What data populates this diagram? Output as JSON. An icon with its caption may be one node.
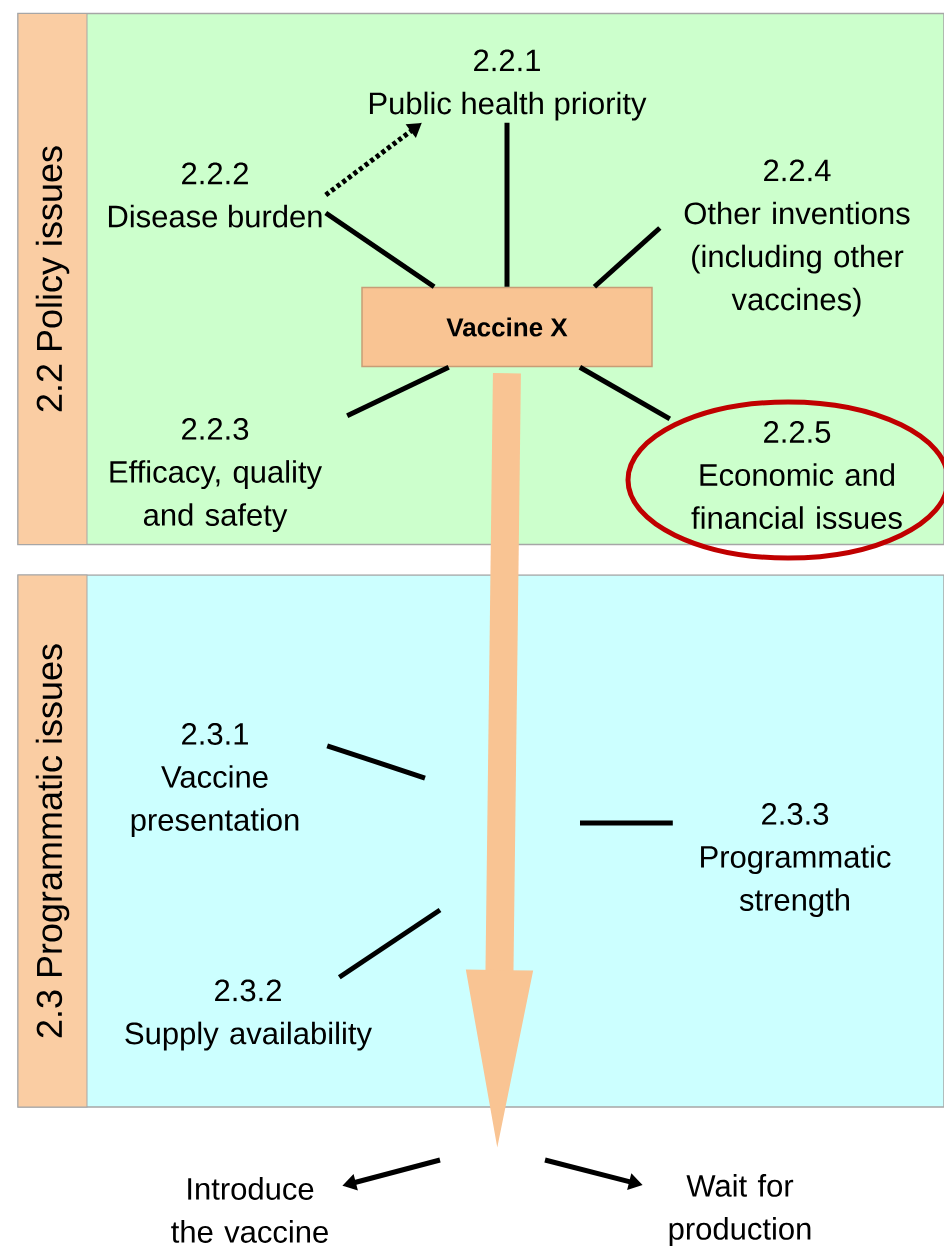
{
  "diagram": {
    "nodes": [
      {
        "text": [
          "2.2 Policy issues"
        ]
      },
      {
        "text": [
          "2.2.1",
          "Public health priority"
        ],
        "in": 0
      },
      {
        "text": [
          "2.2.2",
          "Disease burden"
        ],
        "in": 0
      },
      {
        "text": [
          "2.2.4",
          "Other inventions (including other vaccines)"
        ],
        "in": 0
      },
      {
        "text": [
          "Vaccine X"
        ],
        "in": 0
      },
      {
        "text": [
          "2.2.3",
          "Efficacy, quality and safety"
        ],
        "in": 0
      },
      {
        "text": [
          "2.2.5",
          "Economic and financial issues"
        ],
        "in": 0
      },
      {
        "text": [
          "2.3 Programmatic issues"
        ]
      },
      {
        "text": [
          "2.3.1",
          "Vaccine presentation"
        ],
        "in": 7
      },
      {
        "text": [
          "2.3.3",
          "Programmatic strength"
        ],
        "in": 7
      },
      {
        "text": [
          "2.3.2",
          "Supply availability"
        ],
        "in": 7
      },
      {
        "text": [
          "Introduce the vaccine"
        ]
      },
      {
        "text": [
          "Wait for production"
        ]
      }
    ],
    "edges": [
      {
        "from": 2,
        "to": 1,
        "arrow": "to",
        "style": "dashed"
      },
      {
        "from": 1,
        "to": 4,
        "arrow": "none"
      },
      {
        "from": 2,
        "to": 4,
        "arrow": "none"
      },
      {
        "from": 3,
        "to": 4,
        "arrow": "none"
      },
      {
        "from": 5,
        "to": 4,
        "arrow": "none"
      },
      {
        "from": 6,
        "to": 4,
        "arrow": "none"
      },
      {
        "from": 4,
        "to": null,
        "arrow": "to",
        "style": "thick",
        "color": "#f9c493"
      },
      {
        "from": 8,
        "to": null,
        "arrow": "none"
      },
      {
        "from": 9,
        "to": null,
        "arrow": "none"
      },
      {
        "from": 10,
        "to": null,
        "arrow": "none"
      },
      {
        "from": null,
        "to": 11,
        "arrow": "to"
      },
      {
        "from": null,
        "to": 12,
        "arrow": "to"
      }
    ]
  }
}
